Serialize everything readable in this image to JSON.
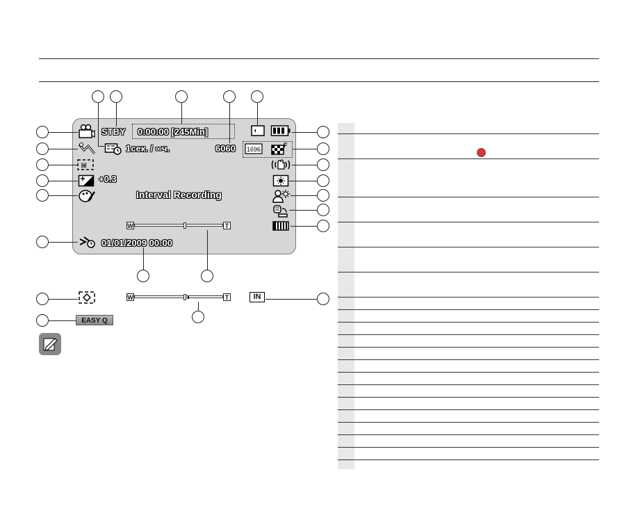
{
  "screen": {
    "status": "STBY",
    "timecode": "0:00:00 [245Min]",
    "interval": "1сек. / ∞ч.",
    "photo_count": "6060",
    "exposure": "+0.3",
    "message": "Interval Recording",
    "datetime": "01/01/2009 00:00",
    "zoom_wide": "W",
    "zoom_tele": "T"
  },
  "below_screen": {
    "zoom_wide": "W",
    "zoom_tele": "T",
    "easy_q": "EASY Q",
    "storage_label": "IN"
  },
  "colors": {
    "rec_indicator": "#e53030",
    "screen_bg": "#d6d6d6"
  }
}
